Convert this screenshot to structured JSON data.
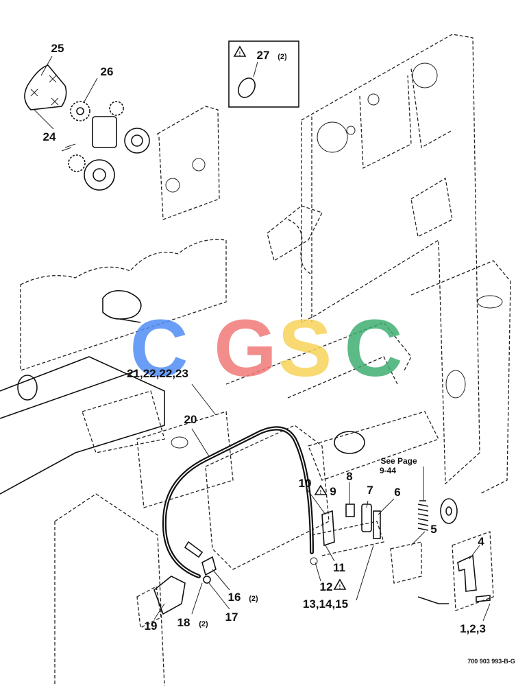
{
  "drawing_number": "700 903 993-B-G",
  "watermark": {
    "letters": [
      "C",
      "G",
      "S",
      "C"
    ],
    "colors": [
      "#4f8df5",
      "#f07a78",
      "#f7d35a",
      "#3fae72"
    ]
  },
  "callouts": {
    "c25": "25",
    "c26": "26",
    "c24": "24",
    "c27": "27",
    "c27q": "(2)",
    "c21": "21,22,22,23",
    "c20": "20",
    "see_page": "See Page",
    "see_page_ref": "9-44",
    "c8": "8",
    "c10": "10",
    "c9": "9",
    "c7": "7",
    "c6": "6",
    "c5": "5",
    "c4": "4",
    "c11": "11",
    "c12": "12",
    "c13": "13,14,15",
    "c16": "16",
    "c16q": "(2)",
    "c17": "17",
    "c18": "18",
    "c18q": "(2)",
    "c19": "19",
    "c1": "1,2,3"
  }
}
